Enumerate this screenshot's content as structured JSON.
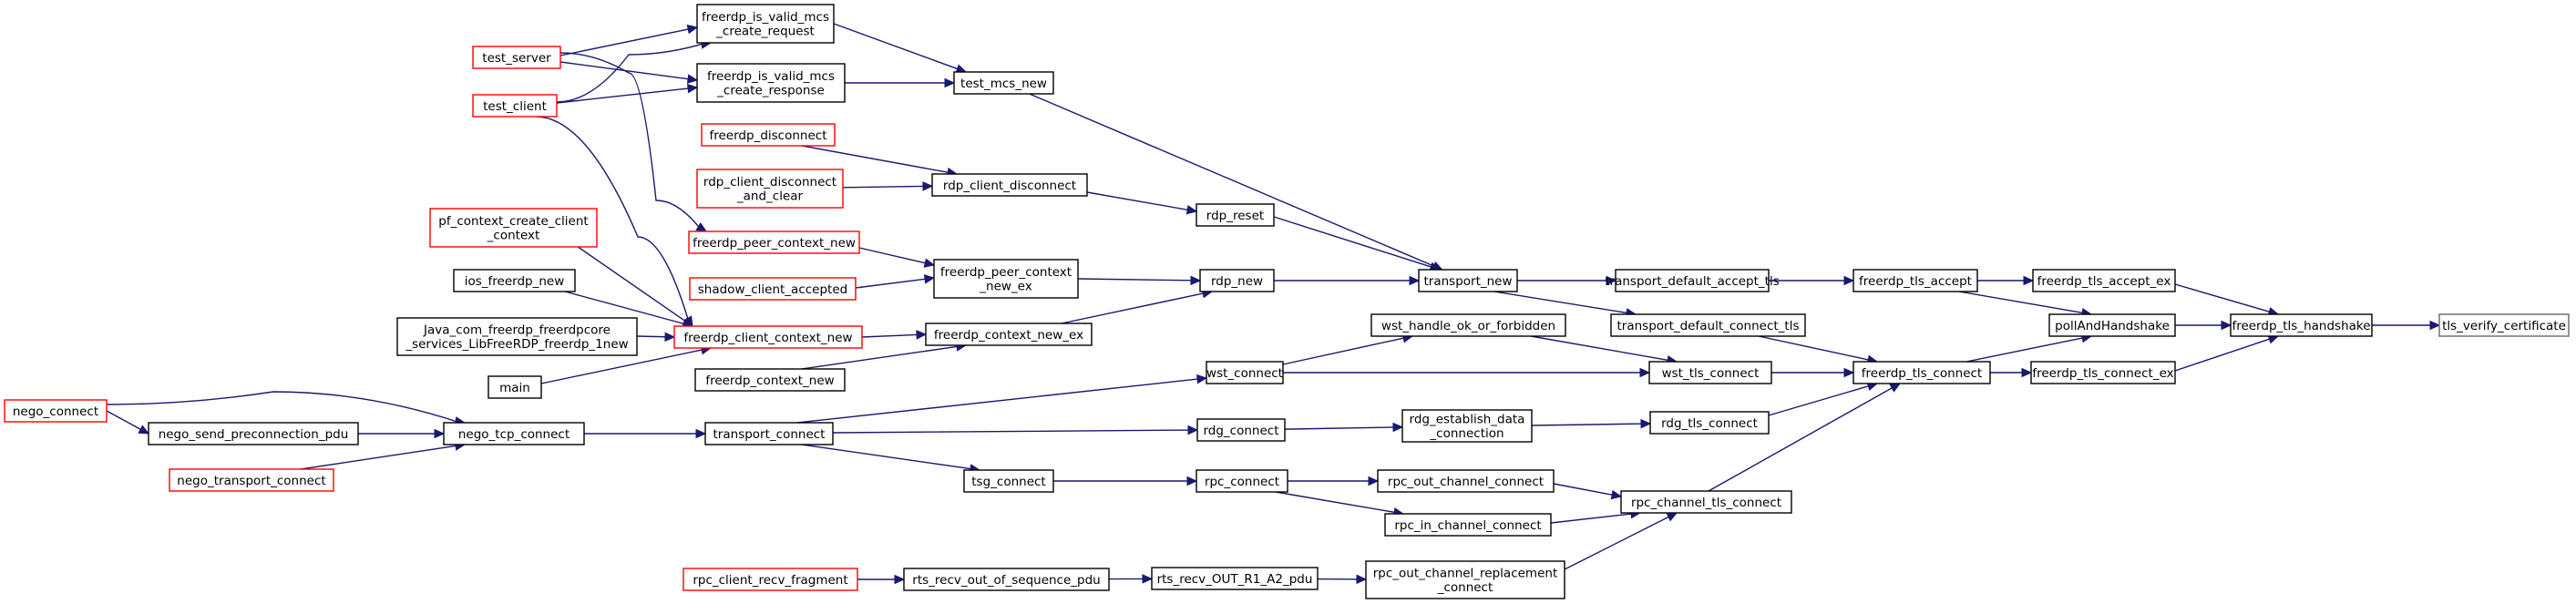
{
  "graph": {
    "type": "call-graph",
    "colors": {
      "edge": "#191970",
      "normal_border": "#000000",
      "truncated_border": "#ff0000",
      "focus_fill": "#bfbfbf"
    },
    "nodes": {
      "tls_verify_certificate": {
        "lines": [
          "tls_verify_certificate"
        ],
        "style": "focus"
      },
      "freerdp_tls_handshake": {
        "lines": [
          "freerdp_tls_handshake"
        ],
        "style": "normal"
      },
      "freerdp_tls_accept_ex": {
        "lines": [
          "freerdp_tls_accept_ex"
        ],
        "style": "normal"
      },
      "pollAndHandshake": {
        "lines": [
          "pollAndHandshake"
        ],
        "style": "normal"
      },
      "freerdp_tls_connect_ex": {
        "lines": [
          "freerdp_tls_connect_ex"
        ],
        "style": "normal"
      },
      "freerdp_tls_accept": {
        "lines": [
          "freerdp_tls_accept"
        ],
        "style": "normal"
      },
      "freerdp_tls_connect": {
        "lines": [
          "freerdp_tls_connect"
        ],
        "style": "normal"
      },
      "transport_default_accept_tls": {
        "lines": [
          "transport_default_accept_tls"
        ],
        "style": "normal"
      },
      "transport_default_connect_tls": {
        "lines": [
          "transport_default_connect_tls"
        ],
        "style": "normal"
      },
      "wst_tls_connect": {
        "lines": [
          "wst_tls_connect"
        ],
        "style": "normal"
      },
      "rdg_tls_connect": {
        "lines": [
          "rdg_tls_connect"
        ],
        "style": "normal"
      },
      "rpc_channel_tls_connect": {
        "lines": [
          "rpc_channel_tls_connect"
        ],
        "style": "normal"
      },
      "transport_new": {
        "lines": [
          "transport_new"
        ],
        "style": "normal"
      },
      "wst_handle_ok_or_forbidden": {
        "lines": [
          "wst_handle_ok_or_forbidden"
        ],
        "style": "normal"
      },
      "wst_connect": {
        "lines": [
          "wst_connect"
        ],
        "style": "normal"
      },
      "rdg_establish_data_connection": {
        "lines": [
          "rdg_establish_data",
          "_connection"
        ],
        "style": "normal"
      },
      "rpc_out_channel_connect": {
        "lines": [
          "rpc_out_channel_connect"
        ],
        "style": "normal"
      },
      "rpc_in_channel_connect": {
        "lines": [
          "rpc_in_channel_connect"
        ],
        "style": "normal"
      },
      "rpc_out_channel_replacement_connect": {
        "lines": [
          "rpc_out_channel_replacement",
          "_connect"
        ],
        "style": "normal"
      },
      "test_mcs_new": {
        "lines": [
          "test_mcs_new"
        ],
        "style": "normal"
      },
      "rdp_reset": {
        "lines": [
          "rdp_reset"
        ],
        "style": "normal"
      },
      "rdp_new": {
        "lines": [
          "rdp_new"
        ],
        "style": "normal"
      },
      "rdg_connect": {
        "lines": [
          "rdg_connect"
        ],
        "style": "normal"
      },
      "rpc_connect": {
        "lines": [
          "rpc_connect"
        ],
        "style": "normal"
      },
      "rts_recv_OUT_R1_A2_pdu": {
        "lines": [
          "rts_recv_OUT_R1_A2_pdu"
        ],
        "style": "normal"
      },
      "freerdp_is_valid_mcs_create_request": {
        "lines": [
          "freerdp_is_valid_mcs",
          "_create_request"
        ],
        "style": "normal"
      },
      "freerdp_is_valid_mcs_create_response": {
        "lines": [
          "freerdp_is_valid_mcs",
          "_create_response"
        ],
        "style": "normal"
      },
      "rdp_client_disconnect": {
        "lines": [
          "rdp_client_disconnect"
        ],
        "style": "normal"
      },
      "freerdp_peer_context_new_ex": {
        "lines": [
          "freerdp_peer_context",
          "_new_ex"
        ],
        "style": "normal"
      },
      "freerdp_context_new_ex": {
        "lines": [
          "freerdp_context_new_ex"
        ],
        "style": "normal"
      },
      "transport_connect": {
        "lines": [
          "transport_connect"
        ],
        "style": "normal"
      },
      "tsg_connect": {
        "lines": [
          "tsg_connect"
        ],
        "style": "normal"
      },
      "rts_recv_out_of_sequence_pdu": {
        "lines": [
          "rts_recv_out_of_sequence_pdu"
        ],
        "style": "normal"
      },
      "freerdp_disconnect": {
        "lines": [
          "freerdp_disconnect"
        ],
        "style": "truncated"
      },
      "rdp_client_disconnect_and_clear": {
        "lines": [
          "rdp_client_disconnect",
          "_and_clear"
        ],
        "style": "truncated"
      },
      "freerdp_peer_context_new": {
        "lines": [
          "freerdp_peer_context_new"
        ],
        "style": "truncated"
      },
      "shadow_client_accepted": {
        "lines": [
          "shadow_client_accepted"
        ],
        "style": "truncated"
      },
      "freerdp_client_context_new": {
        "lines": [
          "freerdp_client_context_new"
        ],
        "style": "truncated"
      },
      "freerdp_context_new": {
        "lines": [
          "freerdp_context_new"
        ],
        "style": "normal"
      },
      "nego_tcp_connect": {
        "lines": [
          "nego_tcp_connect"
        ],
        "style": "normal"
      },
      "rpc_client_recv_fragment": {
        "lines": [
          "rpc_client_recv_fragment"
        ],
        "style": "truncated"
      },
      "test_server": {
        "lines": [
          "test_server"
        ],
        "style": "truncated"
      },
      "test_client": {
        "lines": [
          "test_client"
        ],
        "style": "truncated"
      },
      "pf_context_create_client_context": {
        "lines": [
          "pf_context_create_client",
          "_context"
        ],
        "style": "truncated"
      },
      "ios_freerdp_new": {
        "lines": [
          "ios_freerdp_new"
        ],
        "style": "normal"
      },
      "java_freerdp_new": {
        "lines": [
          "Java_com_freerdp_freerdpcore",
          "_services_LibFreeRDP_freerdp_1new"
        ],
        "style": "normal"
      },
      "main": {
        "lines": [
          "main"
        ],
        "style": "normal"
      },
      "nego_send_preconnection_pdu": {
        "lines": [
          "nego_send_preconnection_pdu"
        ],
        "style": "normal"
      },
      "nego_transport_connect": {
        "lines": [
          "nego_transport_connect"
        ],
        "style": "truncated"
      },
      "nego_connect": {
        "lines": [
          "nego_connect"
        ],
        "style": "truncated"
      }
    },
    "edges": [
      [
        "freerdp_tls_handshake",
        "tls_verify_certificate"
      ],
      [
        "freerdp_tls_accept_ex",
        "freerdp_tls_handshake"
      ],
      [
        "pollAndHandshake",
        "freerdp_tls_handshake"
      ],
      [
        "freerdp_tls_connect_ex",
        "freerdp_tls_handshake"
      ],
      [
        "freerdp_tls_accept",
        "freerdp_tls_accept_ex"
      ],
      [
        "freerdp_tls_accept",
        "pollAndHandshake"
      ],
      [
        "freerdp_tls_connect",
        "pollAndHandshake"
      ],
      [
        "freerdp_tls_connect",
        "freerdp_tls_connect_ex"
      ],
      [
        "transport_default_accept_tls",
        "freerdp_tls_accept"
      ],
      [
        "transport_default_connect_tls",
        "freerdp_tls_connect"
      ],
      [
        "wst_tls_connect",
        "freerdp_tls_connect"
      ],
      [
        "rdg_tls_connect",
        "freerdp_tls_connect"
      ],
      [
        "rpc_channel_tls_connect",
        "freerdp_tls_connect"
      ],
      [
        "transport_new",
        "transport_default_accept_tls"
      ],
      [
        "transport_new",
        "transport_default_connect_tls"
      ],
      [
        "wst_handle_ok_or_forbidden",
        "wst_tls_connect"
      ],
      [
        "wst_connect",
        "wst_tls_connect"
      ],
      [
        "rdg_establish_data_connection",
        "rdg_tls_connect"
      ],
      [
        "rpc_out_channel_connect",
        "rpc_channel_tls_connect"
      ],
      [
        "rpc_in_channel_connect",
        "rpc_channel_tls_connect"
      ],
      [
        "rpc_out_channel_replacement_connect",
        "rpc_channel_tls_connect"
      ],
      [
        "test_mcs_new",
        "transport_new"
      ],
      [
        "rdp_reset",
        "transport_new"
      ],
      [
        "rdp_new",
        "transport_new"
      ],
      [
        "wst_connect",
        "wst_handle_ok_or_forbidden"
      ],
      [
        "transport_connect",
        "wst_connect"
      ],
      [
        "rdg_connect",
        "rdg_establish_data_connection"
      ],
      [
        "rpc_connect",
        "rpc_out_channel_connect"
      ],
      [
        "rpc_connect",
        "rpc_in_channel_connect"
      ],
      [
        "rts_recv_OUT_R1_A2_pdu",
        "rpc_out_channel_replacement_connect"
      ],
      [
        "freerdp_is_valid_mcs_create_request",
        "test_mcs_new"
      ],
      [
        "freerdp_is_valid_mcs_create_response",
        "test_mcs_new"
      ],
      [
        "rdp_client_disconnect",
        "rdp_reset"
      ],
      [
        "freerdp_peer_context_new_ex",
        "rdp_new"
      ],
      [
        "freerdp_context_new_ex",
        "rdp_new"
      ],
      [
        "transport_connect",
        "rdg_connect"
      ],
      [
        "tsg_connect",
        "rpc_connect"
      ],
      [
        "rts_recv_out_of_sequence_pdu",
        "rts_recv_OUT_R1_A2_pdu"
      ],
      [
        "test_server",
        "freerdp_is_valid_mcs_create_request"
      ],
      [
        "test_client",
        "freerdp_is_valid_mcs_create_request"
      ],
      [
        "test_server",
        "freerdp_is_valid_mcs_create_response"
      ],
      [
        "test_client",
        "freerdp_is_valid_mcs_create_response"
      ],
      [
        "freerdp_disconnect",
        "rdp_client_disconnect"
      ],
      [
        "rdp_client_disconnect_and_clear",
        "rdp_client_disconnect"
      ],
      [
        "freerdp_peer_context_new",
        "freerdp_peer_context_new_ex"
      ],
      [
        "shadow_client_accepted",
        "freerdp_peer_context_new_ex"
      ],
      [
        "freerdp_client_context_new",
        "freerdp_context_new_ex"
      ],
      [
        "freerdp_context_new",
        "freerdp_context_new_ex"
      ],
      [
        "nego_tcp_connect",
        "transport_connect"
      ],
      [
        "transport_connect",
        "tsg_connect"
      ],
      [
        "rpc_client_recv_fragment",
        "rts_recv_out_of_sequence_pdu"
      ],
      [
        "test_server",
        "freerdp_peer_context_new"
      ],
      [
        "test_client",
        "freerdp_client_context_new"
      ],
      [
        "pf_context_create_client_context",
        "freerdp_client_context_new"
      ],
      [
        "ios_freerdp_new",
        "freerdp_client_context_new"
      ],
      [
        "java_freerdp_new",
        "freerdp_client_context_new"
      ],
      [
        "main",
        "freerdp_client_context_new"
      ],
      [
        "nego_send_preconnection_pdu",
        "nego_tcp_connect"
      ],
      [
        "nego_transport_connect",
        "nego_tcp_connect"
      ],
      [
        "nego_connect",
        "nego_send_preconnection_pdu"
      ],
      [
        "nego_connect",
        "nego_tcp_connect"
      ]
    ]
  }
}
